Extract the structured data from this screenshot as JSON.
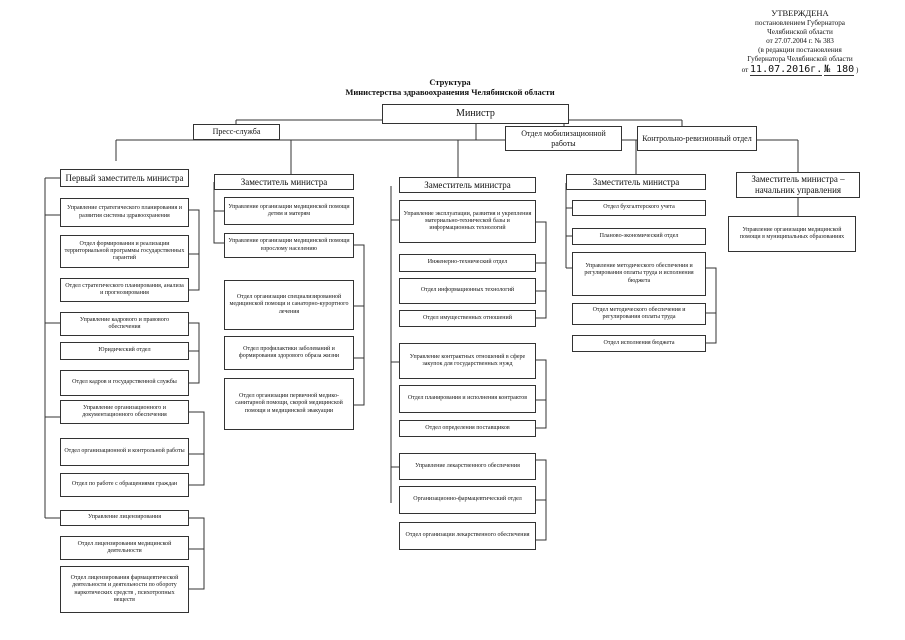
{
  "approval": {
    "title": "УТВЕРЖДЕНА",
    "line1": "постановлением Губернатора",
    "line2": "Челябинской области",
    "line3": "от 27.07.2004 г. № 383",
    "line4": "(в редакции постановления",
    "line5": "Губернатора Челябинской области",
    "line6_prefix": "от",
    "line6_date": "11.07.2016г.",
    "line6_no": "№ 180",
    "line6_suffix": ")"
  },
  "heading": {
    "line1": "Структура",
    "line2": "Министерства здравоохранения Челябинской области"
  },
  "top": {
    "minister": "Министр",
    "press": "Пресс-служба",
    "mobilization": "Отдел мобилизационной работы",
    "audit": "Контрольно-ревизионный отдел"
  },
  "col1": {
    "head": "Первый заместитель министра",
    "items": [
      "Управление стратегического планирования и развития системы здравоохранения",
      "Отдел формирования и реализации территориальной программы государственных гарантий",
      "Отдел стратегического планирования, анализа и прогнозирования",
      "Управление кадрового и правового обеспечения",
      "Юридический отдел",
      "Отдел кадров и государственной службы",
      "Управление организационного и документационного обеспечения",
      "Отдел организационной и контрольной работы",
      "Отдел по работе с обращениями граждан",
      "Управление лицензирования",
      "Отдел лицензирования медицинской деятельности",
      "Отдел лицензирования фармацевтической деятельности и деятельности по обороту наркотических средств , психотропных веществ"
    ]
  },
  "col2": {
    "head": "Заместитель министра",
    "items": [
      "Управление организации медицинской помощи детям и матерям",
      "Управление организации медицинской помощи взрослому населению",
      "Отдел организации специализированной медицинской помощи и санаторно-курортного лечения",
      "Отдел профилактики заболеваний и формирования здорового образа жизни",
      "Отдел организации первичной медико-санитарной помощи, скорой медицинской помощи и медицинской эвакуации"
    ]
  },
  "col3": {
    "head": "Заместитель министра",
    "items": [
      "Управление эксплуатации, развития и укрепления материально-технической базы и информационных технологий",
      "Инженерно-технический отдел",
      "Отдел информационных технологий",
      "Отдел имущественных отношений",
      "Управление контрактных отношений в сфере закупок для государственных нужд",
      "Отдел планирования и исполнения контрактов",
      "Отдел определения поставщиков",
      "Управление лекарственного обеспечения",
      "Организационно-фармацевтический отдел",
      "Отдел организации лекарственного обеспечения"
    ]
  },
  "col4": {
    "head": "Заместитель министра",
    "items": [
      "Отдел бухгалтерского учета",
      "Планово-экономический отдел",
      "Управление методического обеспечения и регулирования оплаты труда и исполнения бюджета",
      "Отдел методического обеспечения и регулирования оплаты труда",
      "Отдел исполнения бюджета"
    ]
  },
  "col5": {
    "head": "Заместитель министра – начальник управления",
    "items": [
      "Управление организации медицинской помощи в муниципальных образованиях"
    ]
  }
}
